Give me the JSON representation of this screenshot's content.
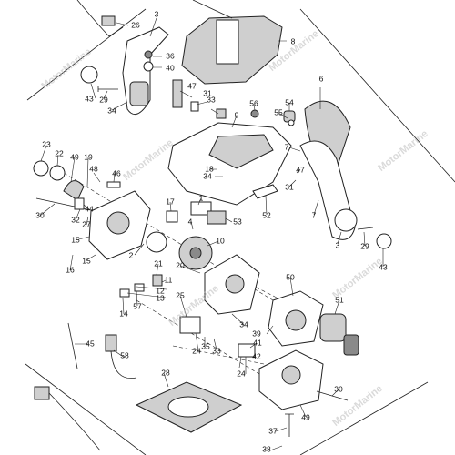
{
  "diagram": {
    "callouts": [
      {
        "id": "26",
        "text": "26"
      },
      {
        "id": "3a",
        "text": "3"
      },
      {
        "id": "36",
        "text": "36"
      },
      {
        "id": "40",
        "text": "40"
      },
      {
        "id": "8",
        "text": "8"
      },
      {
        "id": "43a",
        "text": "43"
      },
      {
        "id": "29a",
        "text": "29"
      },
      {
        "id": "34a",
        "text": "34"
      },
      {
        "id": "47a",
        "text": "47"
      },
      {
        "id": "31a",
        "text": "31"
      },
      {
        "id": "33a",
        "text": "33"
      },
      {
        "id": "56",
        "text": "56"
      },
      {
        "id": "54",
        "text": "54"
      },
      {
        "id": "55",
        "text": "55"
      },
      {
        "id": "6",
        "text": "6"
      },
      {
        "id": "9",
        "text": "9"
      },
      {
        "id": "23",
        "text": "23"
      },
      {
        "id": "22",
        "text": "22"
      },
      {
        "id": "49",
        "text": "49"
      },
      {
        "id": "19",
        "text": "19"
      },
      {
        "id": "48",
        "text": "48"
      },
      {
        "id": "46",
        "text": "46"
      },
      {
        "id": "18",
        "text": "18"
      },
      {
        "id": "34b",
        "text": "34"
      },
      {
        "id": "7a",
        "text": "7"
      },
      {
        "id": "47b",
        "text": "47"
      },
      {
        "id": "31b",
        "text": "31"
      },
      {
        "id": "30a",
        "text": "30"
      },
      {
        "id": "44",
        "text": "44"
      },
      {
        "id": "32",
        "text": "32"
      },
      {
        "id": "27",
        "text": "27"
      },
      {
        "id": "1",
        "text": "1"
      },
      {
        "id": "53",
        "text": "53"
      },
      {
        "id": "52",
        "text": "52"
      },
      {
        "id": "7b",
        "text": "7"
      },
      {
        "id": "17",
        "text": "17"
      },
      {
        "id": "4",
        "text": "4"
      },
      {
        "id": "3b",
        "text": "3"
      },
      {
        "id": "29b",
        "text": "29"
      },
      {
        "id": "43b",
        "text": "43"
      },
      {
        "id": "15a",
        "text": "15"
      },
      {
        "id": "10",
        "text": "10"
      },
      {
        "id": "2",
        "text": "2"
      },
      {
        "id": "16",
        "text": "16"
      },
      {
        "id": "15b",
        "text": "15"
      },
      {
        "id": "20",
        "text": "20"
      },
      {
        "id": "21",
        "text": "21"
      },
      {
        "id": "11",
        "text": "11"
      },
      {
        "id": "12",
        "text": "12"
      },
      {
        "id": "13",
        "text": "13"
      },
      {
        "id": "50",
        "text": "50"
      },
      {
        "id": "14",
        "text": "14"
      },
      {
        "id": "57",
        "text": "57"
      },
      {
        "id": "25",
        "text": "25"
      },
      {
        "id": "51",
        "text": "51"
      },
      {
        "id": "34c",
        "text": "34"
      },
      {
        "id": "39",
        "text": "39"
      },
      {
        "id": "45",
        "text": "45"
      },
      {
        "id": "41",
        "text": "41"
      },
      {
        "id": "24a",
        "text": "24"
      },
      {
        "id": "35",
        "text": "35"
      },
      {
        "id": "33b",
        "text": "33"
      },
      {
        "id": "58",
        "text": "58"
      },
      {
        "id": "42",
        "text": "42"
      },
      {
        "id": "24b",
        "text": "24"
      },
      {
        "id": "28",
        "text": "28"
      },
      {
        "id": "30b",
        "text": "30"
      },
      {
        "id": "49b",
        "text": "49"
      },
      {
        "id": "37",
        "text": "37"
      },
      {
        "id": "38",
        "text": "38"
      }
    ],
    "watermark": "MotorMarine"
  }
}
